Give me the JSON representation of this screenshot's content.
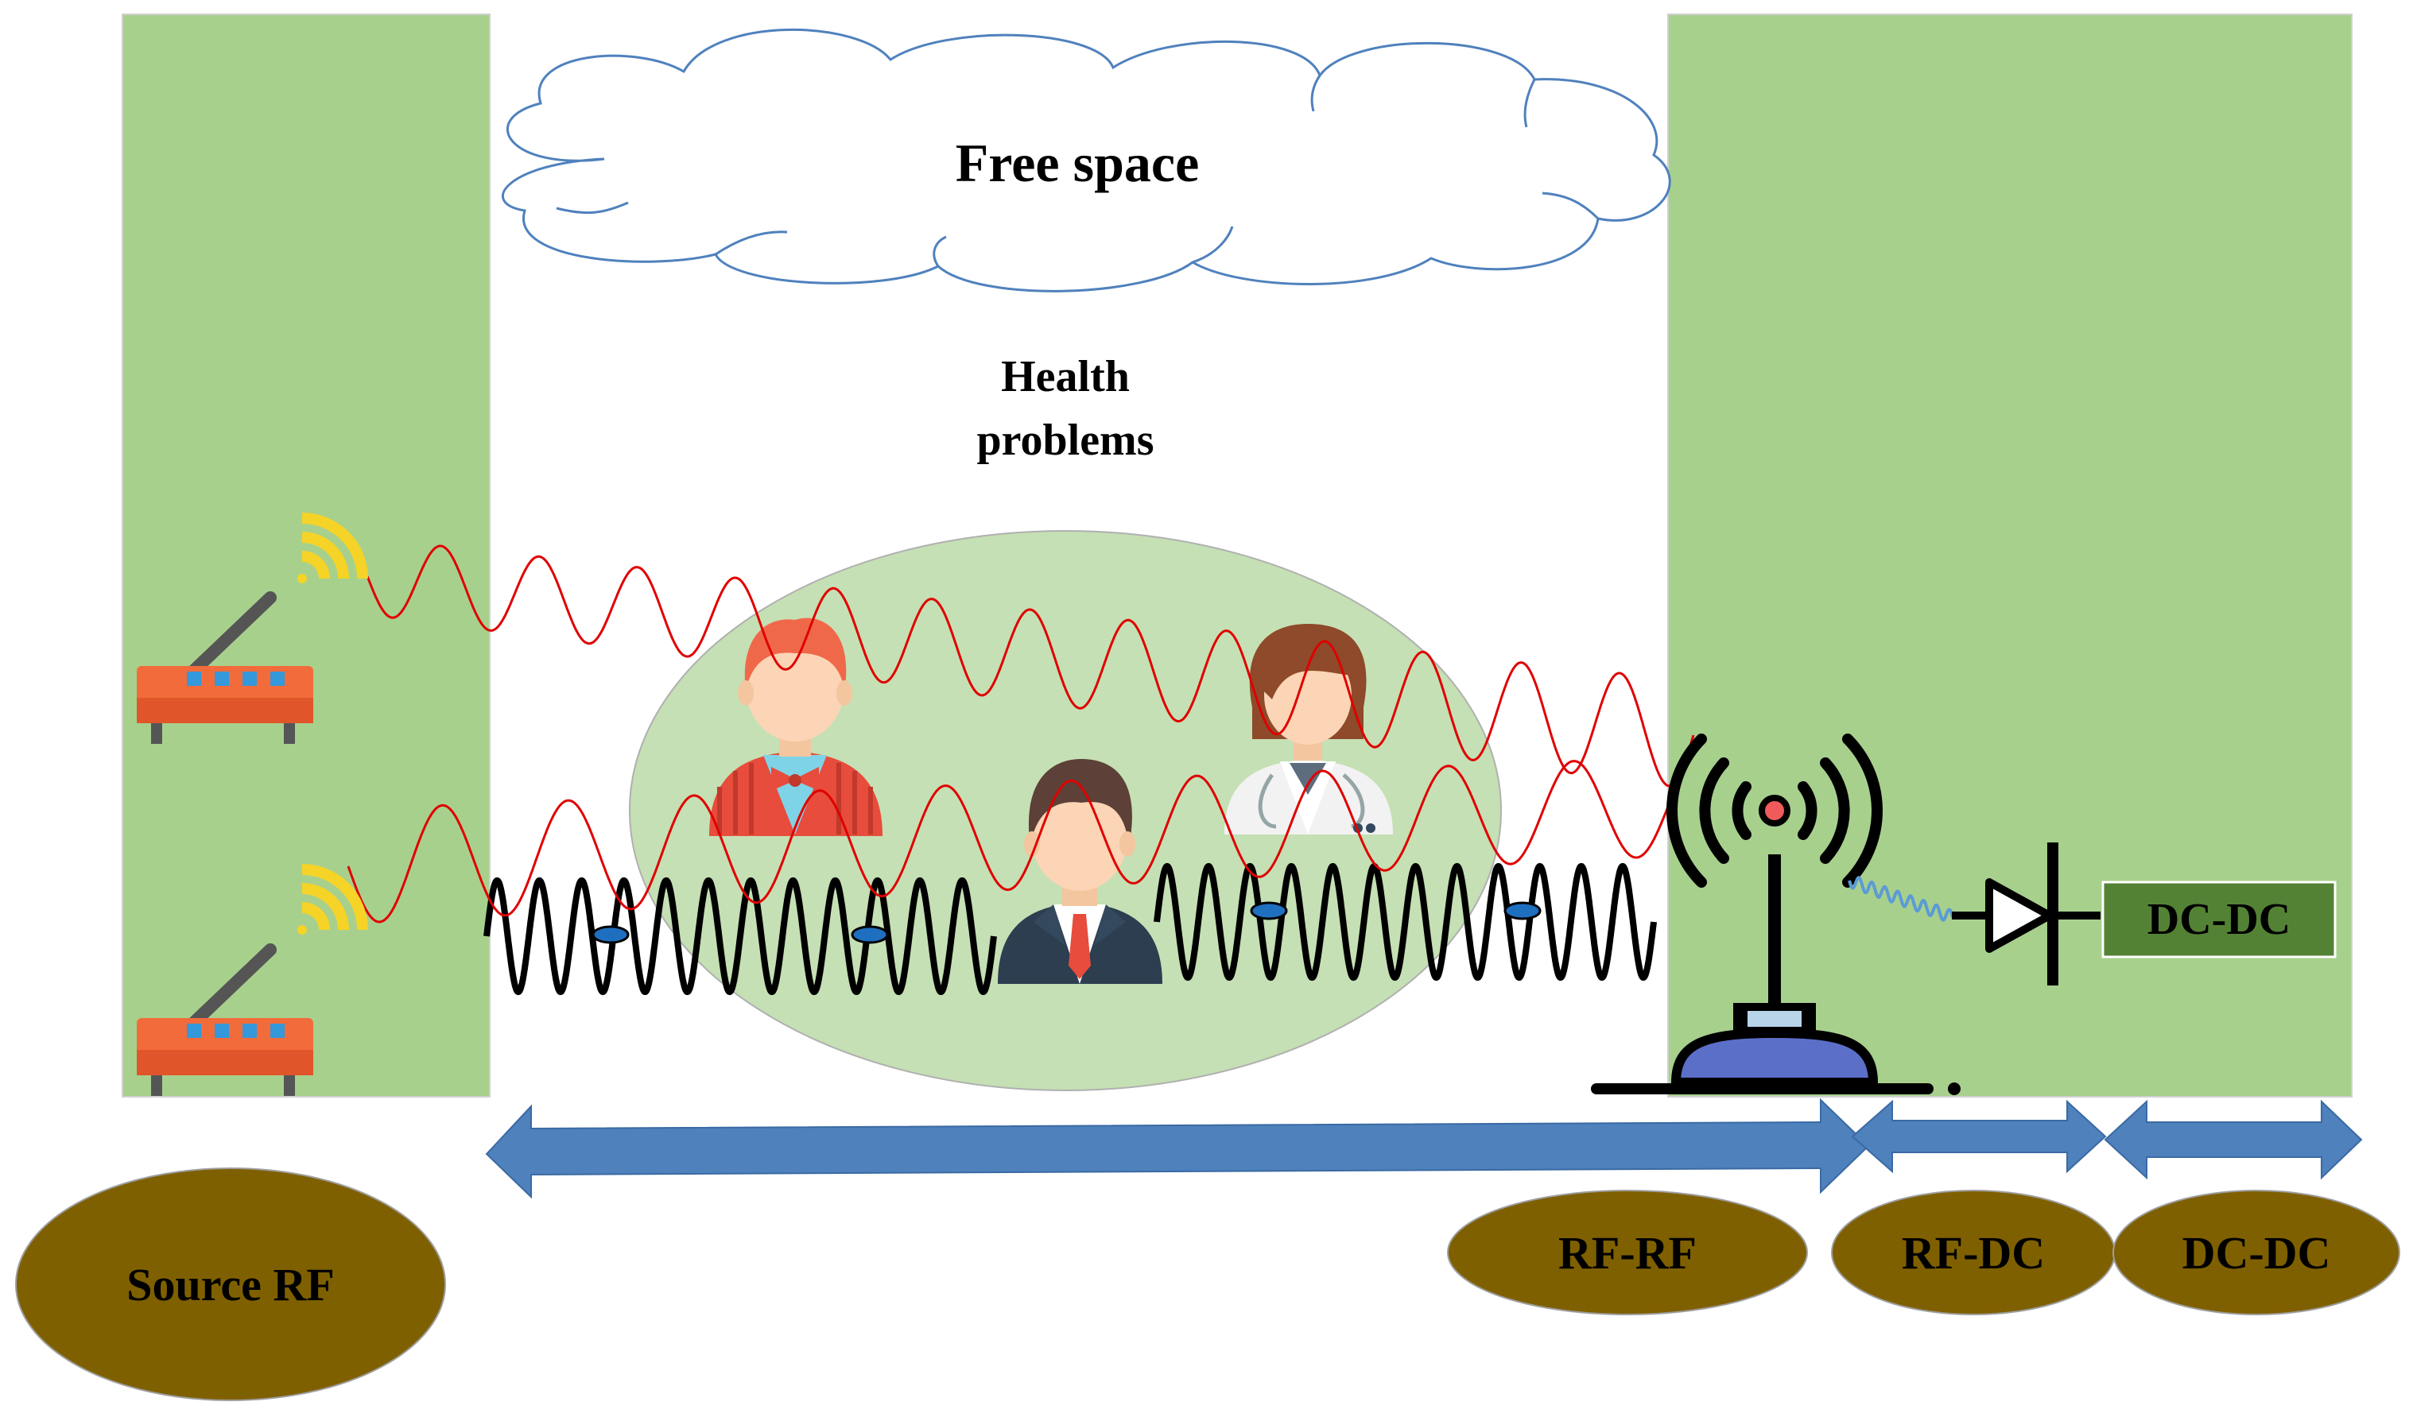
{
  "labels": {
    "free_space": "Free space",
    "health_line1": "Health",
    "health_line2": "problems",
    "dcdc_box": "DC-DC"
  },
  "stages": [
    {
      "key": "source",
      "label": "Source RF"
    },
    {
      "key": "rfrf",
      "label": "RF-RF"
    },
    {
      "key": "rfdc",
      "label": "RF-DC"
    },
    {
      "key": "dcdc",
      "label": "DC-DC"
    }
  ],
  "colors": {
    "panel_green": "#a8d08d",
    "ellipse_green": "#c5e0b4",
    "stage_brown": "#7f6000",
    "arrow_blue": "#4f81bd",
    "wave_red": "#e00000",
    "router_orange": "#f26b3a",
    "wifi_yellow": "#f5d327",
    "dcdc_box_green": "#548235",
    "cloud_outline": "#4f81bd"
  },
  "icons": {
    "transmitter": "wifi-router-icon",
    "receiver": "antenna-tower-icon",
    "rectifier": "diode-icon",
    "people": [
      "man-icon",
      "businessman-icon",
      "doctor-icon"
    ]
  }
}
